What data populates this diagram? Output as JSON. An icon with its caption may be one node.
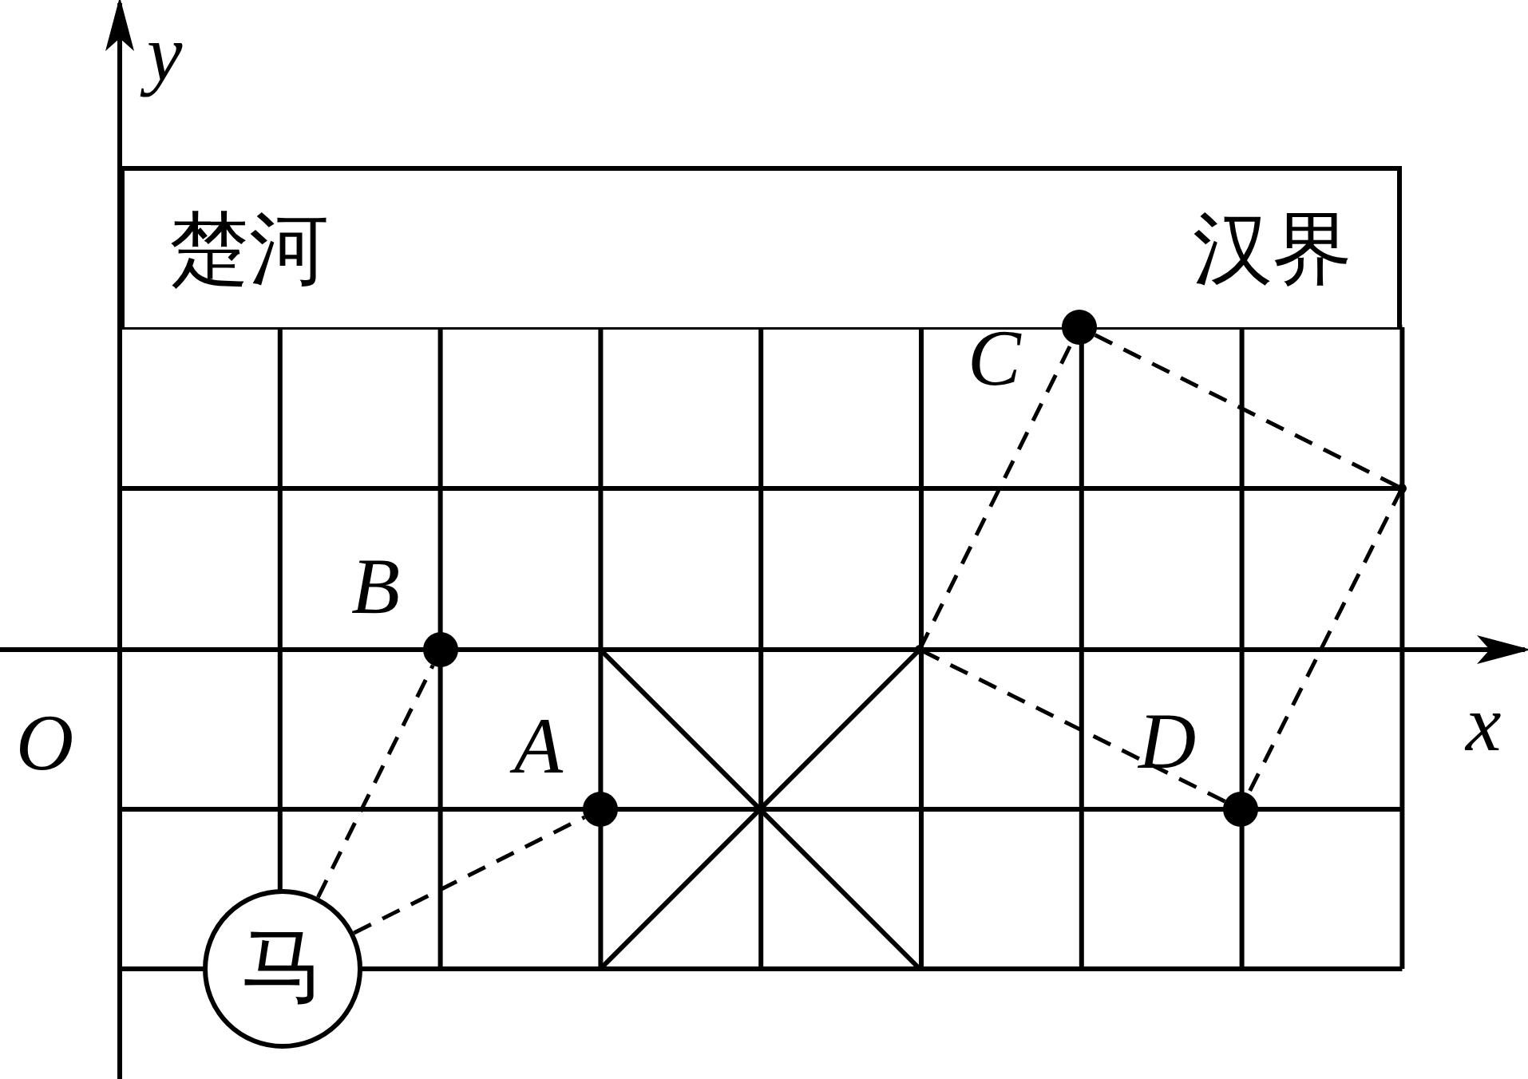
{
  "diagram": {
    "nodes": [
      {
        "text": [
          "楚河",
          "汉界"
        ]
      },
      {
        "text": [
          "马"
        ]
      },
      {
        "text": [
          "B"
        ]
      },
      {
        "text": [
          "A"
        ]
      },
      {
        "text": [
          "C"
        ]
      },
      {
        "text": [
          "D"
        ]
      },
      {
        "text": [],
        "shape": "point"
      },
      {
        "text": [],
        "shape": "point"
      }
    ],
    "edges": [
      {
        "from": 1,
        "to": 2,
        "arrow": "none",
        "style": "dashed"
      },
      {
        "from": 1,
        "to": 3,
        "arrow": "none",
        "style": "dashed"
      },
      {
        "from": 6,
        "to": 4,
        "arrow": "none",
        "style": "dashed"
      },
      {
        "from": 4,
        "to": 7,
        "arrow": "none",
        "style": "dashed"
      },
      {
        "from": 7,
        "to": 5,
        "arrow": "none",
        "style": "dashed"
      },
      {
        "from": 5,
        "to": 6,
        "arrow": "none",
        "style": "dashed"
      }
    ],
    "labels": [
      "y",
      "x",
      "O"
    ]
  }
}
